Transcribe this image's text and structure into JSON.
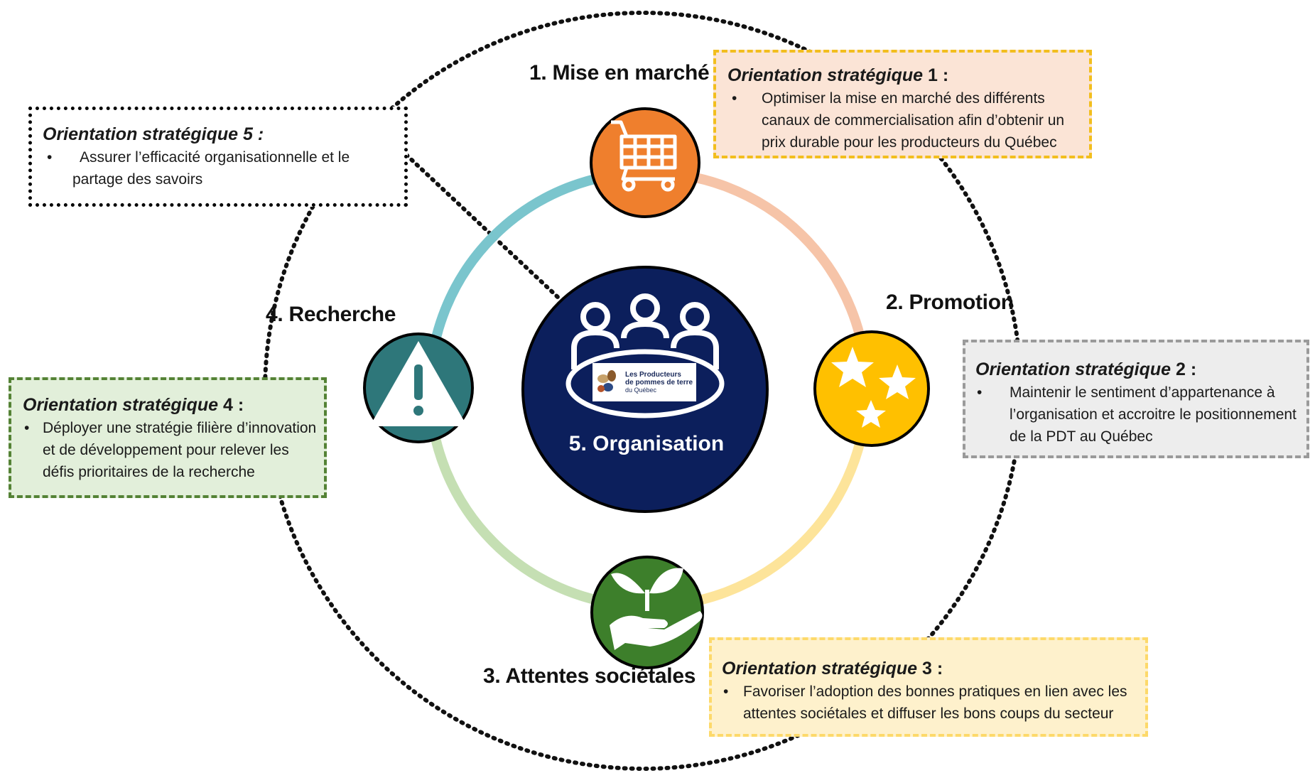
{
  "nodes": {
    "mise_en_marche": {
      "label": "1. Mise en marché",
      "icon": "shopping-cart-icon",
      "color": "#ef7f2d"
    },
    "promotion": {
      "label": "2. Promotion",
      "icon": "stars-icon",
      "color": "#ffc000"
    },
    "attentes": {
      "label": "3. Attentes sociétales",
      "icon": "plant-in-hand-icon",
      "color": "#3d7f2b"
    },
    "recherche": {
      "label": "4. Recherche",
      "icon": "warning-icon",
      "color": "#2e777a"
    },
    "organisation": {
      "label": "5. Organisation",
      "icon": "people-meeting-icon",
      "color": "#0c1f5c"
    }
  },
  "logo": {
    "line1": "Les Producteurs",
    "line2": "de pommes de terre",
    "line3": "du Québec"
  },
  "ring_colors": {
    "top_right": "#f6c4a8",
    "bottom_right": "#fde49a",
    "bottom_left": "#c5dfb3",
    "top_left": "#7ac5cd"
  },
  "orientations": {
    "o1": {
      "head_italic": "Orientation stratégique",
      "head_num": " 1 :",
      "bullet": "•",
      "text": "Optimiser la mise en marché des différents canaux de commercialisation afin d’obtenir un prix durable pour les producteurs du Québec"
    },
    "o2": {
      "head_italic": "Orientation stratégique",
      "head_num": " 2 :",
      "bullet": "•",
      "text": "Maintenir le sentiment d’appartenance à l’organisation et accroitre le positionnement de la PDT au Québec"
    },
    "o3": {
      "head_italic": "Orientation stratégique",
      "head_num": " 3 :",
      "bullet": "•",
      "text": "Favoriser l’adoption des bonnes pratiques en lien avec les attentes sociétales et diffuser les bons coups du secteur"
    },
    "o4": {
      "head_italic": "Orientation stratégique",
      "head_num": " 4 :",
      "bullet": "•",
      "text": "Déployer une stratégie filière d’innovation et de développement pour relever les défis prioritaires de la recherche"
    },
    "o5": {
      "head_italic": "Orientation stratégique 5 :",
      "bullet": "•",
      "text_line1": "Assurer l’efficacité organisationnelle et le",
      "text_line2": "partage des savoirs"
    }
  }
}
